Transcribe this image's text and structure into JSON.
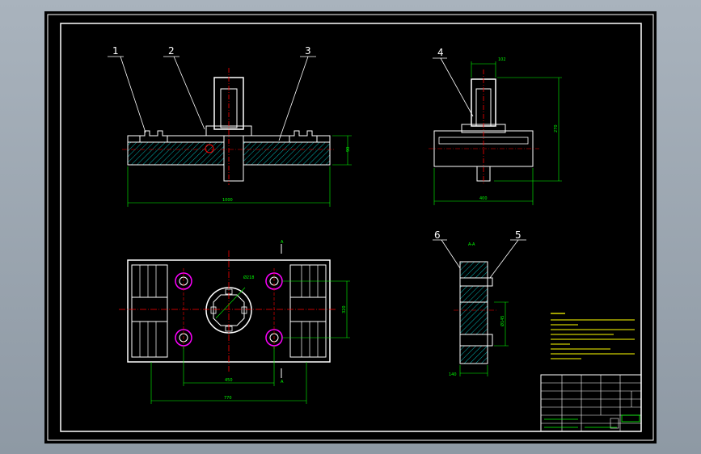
{
  "part_labels": [
    "1",
    "2",
    "3",
    "4",
    "5",
    "6"
  ],
  "section_label": "A-A",
  "section_mark": "A",
  "dimensions": {
    "front_length": "1000",
    "front_height": "90",
    "side_width": "400",
    "side_height": "270",
    "side_top": "102",
    "plan_span_a": "450",
    "plan_span_b": "770",
    "plan_height": "320",
    "plan_center": "Ø218",
    "section_width": "140",
    "section_height": "Ø145"
  },
  "colors": {
    "sheet": "#000000",
    "outline": "#ffffff",
    "dimension": "#00ff00",
    "centerline": "#ff0000",
    "hatch": "#00ffff",
    "bolt": "#ff00ff",
    "note": "#ffff00"
  }
}
